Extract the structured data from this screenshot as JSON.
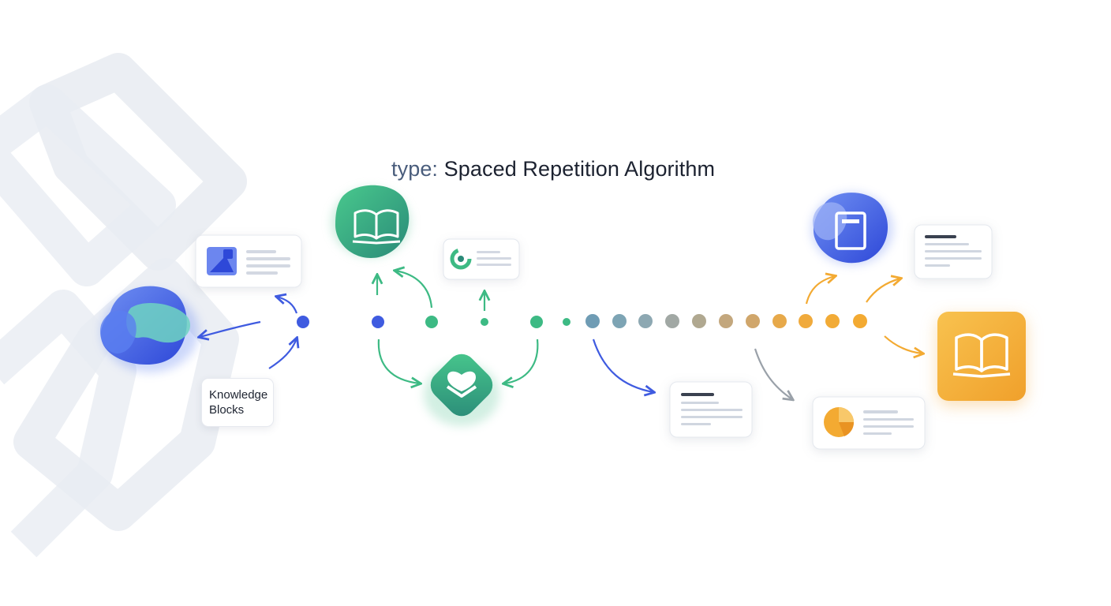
{
  "diagram": {
    "title_prefix": "type:",
    "title_main": "Spaced Repetition Algorithm",
    "label_lines": [
      "Knowledge",
      "Blocks"
    ],
    "colors": {
      "blue": "#3f5be0",
      "green": "#3dba84",
      "grey": "#9aa1a9",
      "amber": "#f3aa32",
      "backdrop": "#e9ecf2"
    },
    "icons": {
      "left_blob": "abstract-blob-icon",
      "green_book": "open-book-icon",
      "green_center": "heart-stack-icon",
      "blue_doc": "document-icon",
      "amber_book": "open-book-icon"
    }
  }
}
